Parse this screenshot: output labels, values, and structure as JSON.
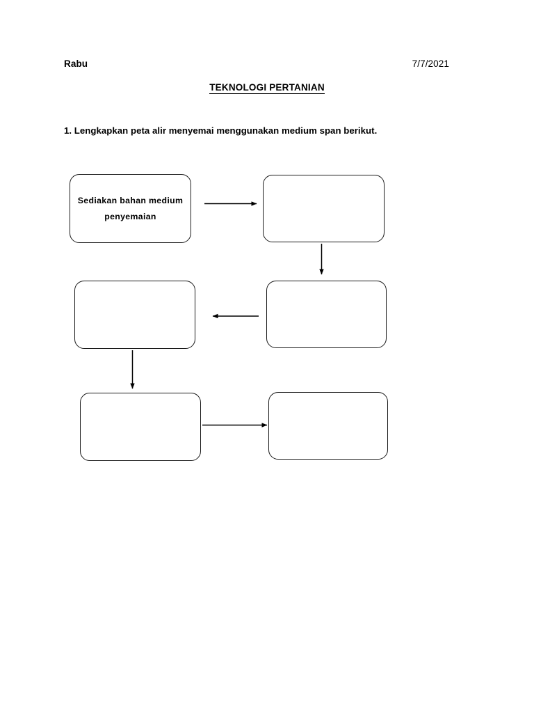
{
  "document": {
    "day_label": "Rabu",
    "date": "7/7/2021",
    "title": "TEKNOLOGI PERTANIAN",
    "question": "1. Lengkapkan peta alir menyemai menggunakan medium span berikut."
  },
  "flowchart": {
    "type": "flow-diagram",
    "layout": "3 rows x 2 columns, serpentine order",
    "boxes": [
      {
        "id": "box-1",
        "position": "row1-left",
        "text": "Sediakan bahan medium penyemaian",
        "filled": true
      },
      {
        "id": "box-2",
        "position": "row1-right",
        "text": "",
        "filled": false
      },
      {
        "id": "box-3",
        "position": "row2-left",
        "text": "",
        "filled": false
      },
      {
        "id": "box-4",
        "position": "row2-right",
        "text": "",
        "filled": false
      },
      {
        "id": "box-5",
        "position": "row3-left",
        "text": "",
        "filled": false
      },
      {
        "id": "box-6",
        "position": "row3-right",
        "text": "",
        "filled": false
      }
    ],
    "connectors": [
      {
        "id": "arrow-1",
        "from": "box-1",
        "to": "box-2",
        "direction": "right"
      },
      {
        "id": "arrow-2",
        "from": "box-2",
        "to": "box-4",
        "direction": "down"
      },
      {
        "id": "arrow-3",
        "from": "box-4",
        "to": "box-3",
        "direction": "left"
      },
      {
        "id": "arrow-4",
        "from": "box-3",
        "to": "box-5",
        "direction": "down"
      },
      {
        "id": "arrow-5",
        "from": "box-5",
        "to": "box-6",
        "direction": "right"
      }
    ]
  },
  "colors": {
    "page_background": "#ffffff",
    "text": "#000000",
    "box_border": "#1a1a1a",
    "arrow": "#000000"
  }
}
